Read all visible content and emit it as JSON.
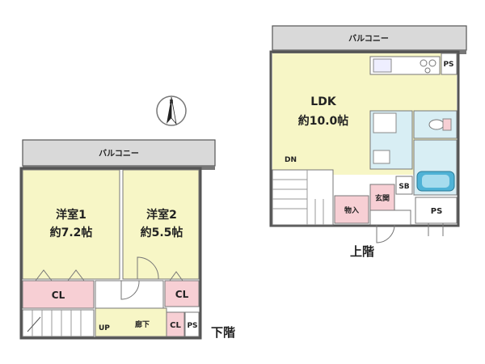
{
  "upper": {
    "balcony": "バルコニー",
    "ldk_name": "LDK",
    "ldk_size": "約10.0帖",
    "dn": "DN",
    "storage": "物入",
    "entrance": "玄関",
    "sb": "SB",
    "ps_top": "PS",
    "ps_bottom": "PS",
    "floor_label": "上階"
  },
  "lower": {
    "balcony": "バルコニー",
    "room1_name": "洋室1",
    "room1_size": "約7.2帖",
    "room2_name": "洋室2",
    "room2_size": "約5.5帖",
    "cl1": "CL",
    "cl2": "CL",
    "cl3": "CL",
    "ps": "PS",
    "up": "UP",
    "hall": "廊下",
    "floor_label": "下階"
  },
  "compass": {
    "north": "N"
  },
  "colors": {
    "room": "#f7f6c6",
    "closet": "#f7cfd4",
    "wet": "#d8eef4",
    "balcony": "#d9d9d9",
    "wall": "#555555"
  }
}
